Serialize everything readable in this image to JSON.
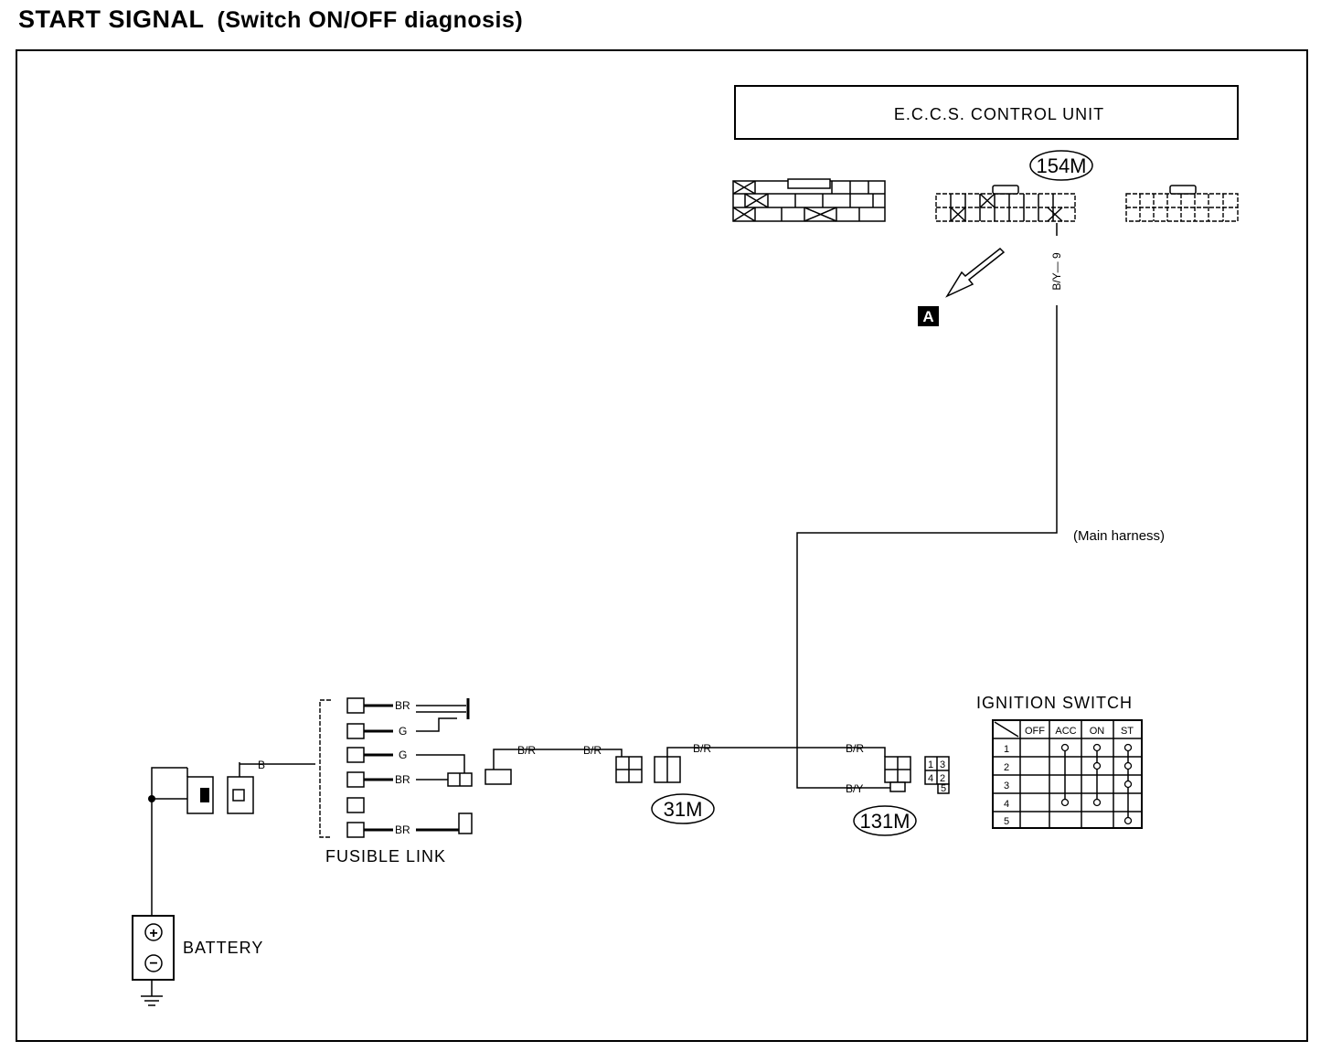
{
  "title": {
    "main": "START  SIGNAL",
    "sub": "(Switch ON/OFF diagnosis)"
  },
  "ecu": {
    "label": "E.C.C.S. CONTROL UNIT",
    "connector": "154M",
    "pin_wire": "B/Y— 9",
    "reference": "A"
  },
  "harness": {
    "label": "(Main harness)"
  },
  "fusible_link": {
    "label": "FUSIBLE LINK",
    "wires": [
      "BR",
      "G",
      "G",
      "BR",
      "BR"
    ],
    "feed_wire": "B"
  },
  "wires": {
    "b_r": "B/R",
    "b_y": "B/Y"
  },
  "connectors": {
    "c31": "31M",
    "c131": "131M",
    "pin_numbers": [
      "1",
      "3",
      "4",
      "2",
      "5"
    ]
  },
  "ignition_switch": {
    "label": "IGNITION SWITCH",
    "columns": [
      "OFF",
      "ACC",
      "ON",
      "ST"
    ],
    "rows": [
      "1",
      "2",
      "3",
      "4",
      "5"
    ]
  },
  "battery": {
    "label": "BATTERY",
    "plus": "+",
    "minus": "−"
  }
}
